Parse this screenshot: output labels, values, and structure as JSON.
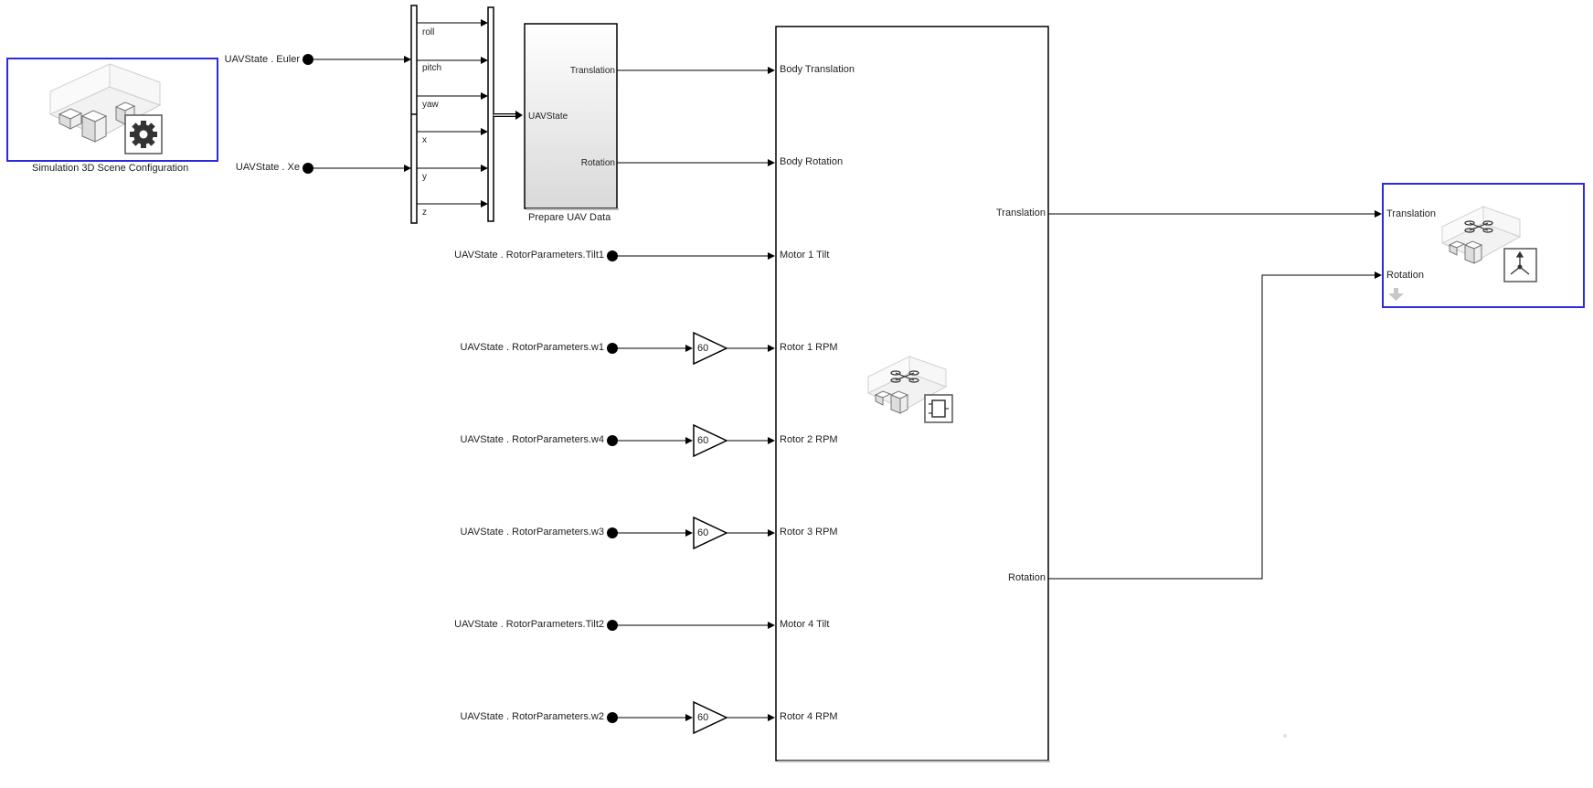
{
  "scene_config": {
    "caption": "Simulation 3D Scene Configuration"
  },
  "from_tags": [
    {
      "label": "UAVState . Euler"
    },
    {
      "label": "UAVState . Xe"
    },
    {
      "label": "UAVState . RotorParameters.Tilt1"
    },
    {
      "label": "UAVState . RotorParameters.w1"
    },
    {
      "label": "UAVState . RotorParameters.w4"
    },
    {
      "label": "UAVState . RotorParameters.w3"
    },
    {
      "label": "UAVState . RotorParameters.Tilt2"
    },
    {
      "label": "UAVState . RotorParameters.w2"
    }
  ],
  "bus_signals": [
    "roll",
    "pitch",
    "yaw",
    "x",
    "y",
    "z"
  ],
  "prepare_block": {
    "caption": "Prepare UAV Data",
    "input": "UAVState",
    "outputs": [
      "Translation",
      "Rotation"
    ]
  },
  "gains": [
    {
      "value": "60"
    },
    {
      "value": "60"
    },
    {
      "value": "60"
    },
    {
      "value": "60"
    }
  ],
  "main_block": {
    "inputs": [
      "Body Translation",
      "Body Rotation",
      "Motor 1 Tilt",
      "Rotor 1 RPM",
      "Rotor 2 RPM",
      "Rotor 3 RPM",
      "Motor 4 Tilt",
      "Rotor 4 RPM"
    ],
    "outputs": [
      "Translation",
      "Rotation"
    ]
  },
  "vehicle_block": {
    "inputs": [
      "Translation",
      "Rotation"
    ]
  },
  "colors": {
    "selected_border": "#2b2bd9",
    "line": "#000000"
  },
  "icons": [
    "gear-icon",
    "scene-icon",
    "uav-scene-icon",
    "axes-icon",
    "down-arrow-icon"
  ]
}
